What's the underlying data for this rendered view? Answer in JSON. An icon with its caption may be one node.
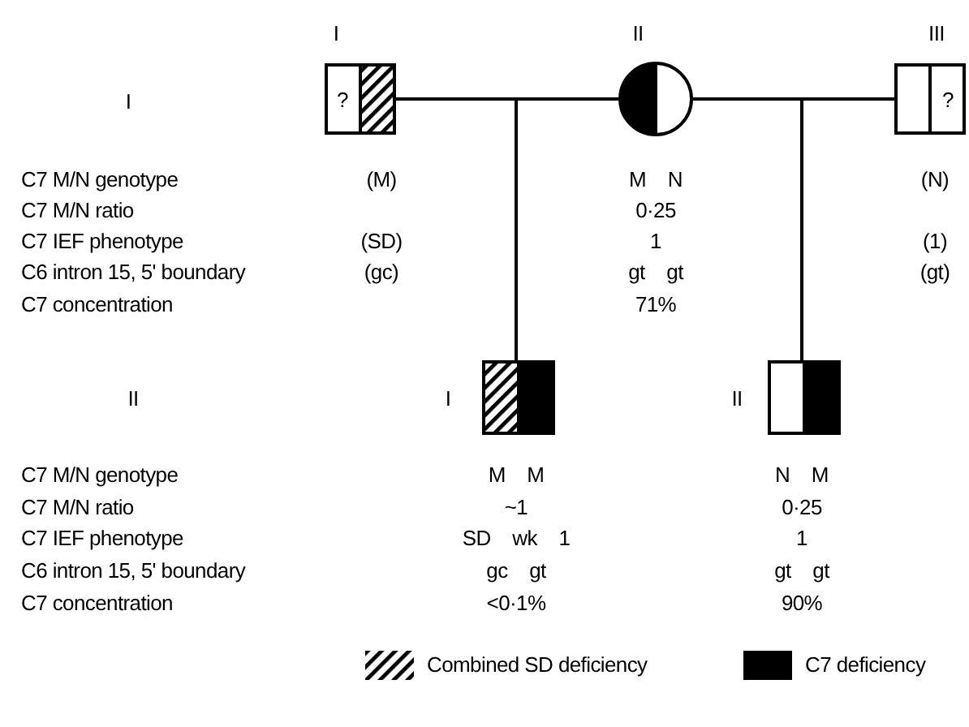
{
  "diagram": {
    "nodes": [
      {
        "text": [
          "?"
        ],
        "beside": [
          "I",
          "(M)",
          "(SD)",
          "(gc)"
        ]
      },
      {
        "text": [],
        "shape": "circle",
        "beside": [
          "II",
          "M N",
          "0·25",
          "1",
          "gt gt",
          "71%"
        ]
      },
      {
        "text": [
          "?"
        ],
        "beside": [
          "III",
          "(N)",
          "(1)",
          "(gt)"
        ]
      },
      {
        "text": [],
        "shape": "box",
        "beside": [
          "I",
          "M M",
          "~1",
          "SD wk 1",
          "gc gt",
          "<0·1%"
        ]
      },
      {
        "text": [],
        "shape": "box",
        "beside": [
          "II",
          "N M",
          "0·25",
          "1",
          "gt gt",
          "90%"
        ]
      }
    ],
    "edges": [
      {
        "from": 0,
        "to": 1,
        "arrow": "none"
      },
      {
        "from": 1,
        "to": 2,
        "arrow": "none"
      },
      {
        "from": 0,
        "to": 3,
        "arrow": "none"
      },
      {
        "from": 1,
        "to": 3,
        "arrow": "none"
      },
      {
        "from": 1,
        "to": 4,
        "arrow": "none"
      },
      {
        "from": 2,
        "to": 4,
        "arrow": "none"
      }
    ],
    "labels": [
      "I",
      "C7 M/N genotype",
      "C7 M/N ratio",
      "C7 IEF phenotype",
      "C6 intron 15, 5' boundary",
      "C7 concentration",
      "II",
      "C7 M/N genotype",
      "C7 M/N ratio",
      "C7 IEF phenotype",
      "C6 intron 15, 5' boundary",
      "C7 concentration"
    ],
    "legend": [
      {
        "text": "Combined SD deficiency"
      },
      {
        "text": "C7 deficiency",
        "color": "#000000"
      }
    ]
  }
}
